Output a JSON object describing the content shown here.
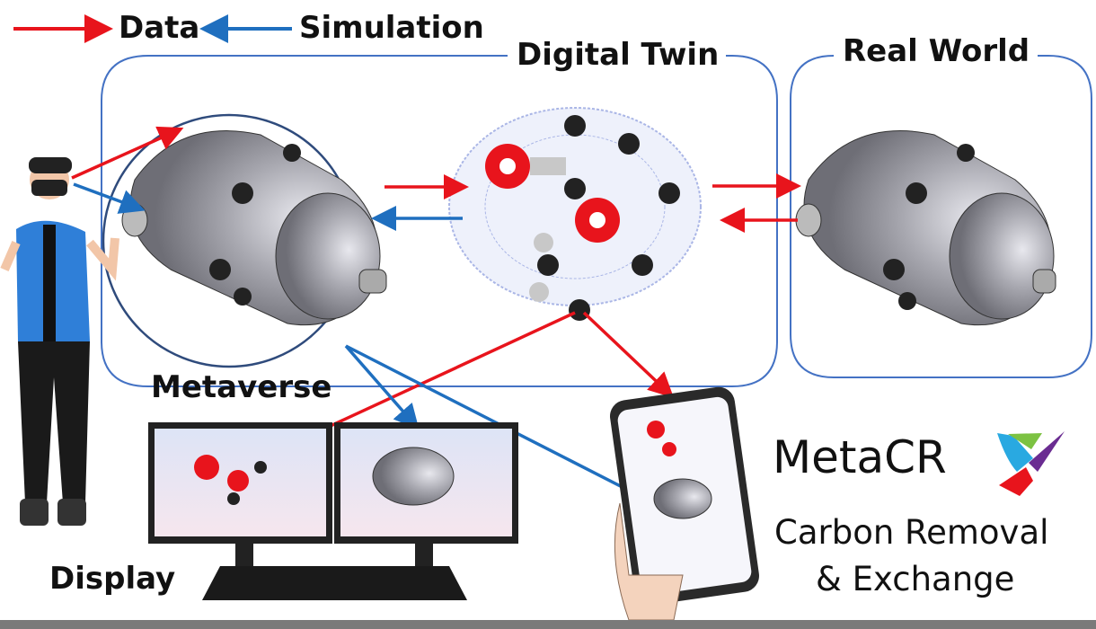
{
  "legend": {
    "data": "Data",
    "simulation": "Simulation"
  },
  "labels": {
    "digital_twin": "Digital Twin",
    "real_world": "Real World",
    "metaverse": "Metaverse",
    "display": "Display"
  },
  "logo": {
    "name": "MetaCR",
    "tagline_1": "Carbon Removal",
    "tagline_2": "& Exchange"
  },
  "colors": {
    "data_arrow": "#e8141c",
    "simulation_arrow": "#1f6fbf",
    "box_border": "#4472c4",
    "circle_border": "#2f4b7c"
  }
}
